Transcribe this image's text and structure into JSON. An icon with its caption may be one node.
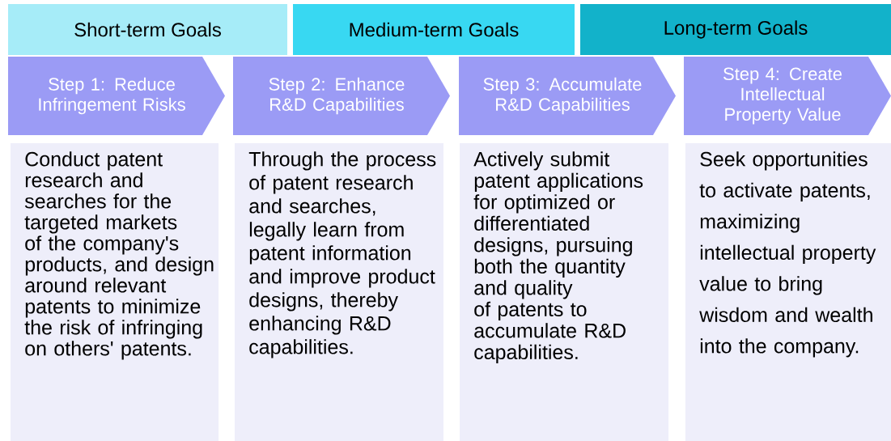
{
  "diagram": {
    "nodes": [
      {
        "text": [
          "Short-term Goals"
        ]
      },
      {
        "text": [
          "Medium-term Goals"
        ]
      },
      {
        "text": [
          "Long-term Goals"
        ]
      },
      {
        "text": [
          "Step 1: Reduce Infringement Risks"
        ]
      },
      {
        "text": [
          "Step 2: Enhance R&D Capabilities"
        ]
      },
      {
        "text": [
          "Step 3: Accumulate R&D Capabilities"
        ]
      },
      {
        "text": [
          "Step 4: Create Intellectual Property Value"
        ]
      },
      {
        "text": [
          "Conduct patent research and searches for the targeted markets of the company's products, and design around relevant patents to minimize the risk of infringing on others' patents."
        ]
      },
      {
        "text": [
          "Through the process of patent research and searches, legally learn from patent information and improve product designs, thereby enhancing R&D capabilities."
        ]
      },
      {
        "text": [
          "Actively submit patent applications for optimized or differentiated designs, pursuing both the quantity and quality of patents to accumulate R&D capabilities."
        ]
      },
      {
        "text": [
          "Seek opportunities to activate patents, maximizing intellectual property value to bring wisdom and wealth into the company."
        ]
      }
    ]
  }
}
